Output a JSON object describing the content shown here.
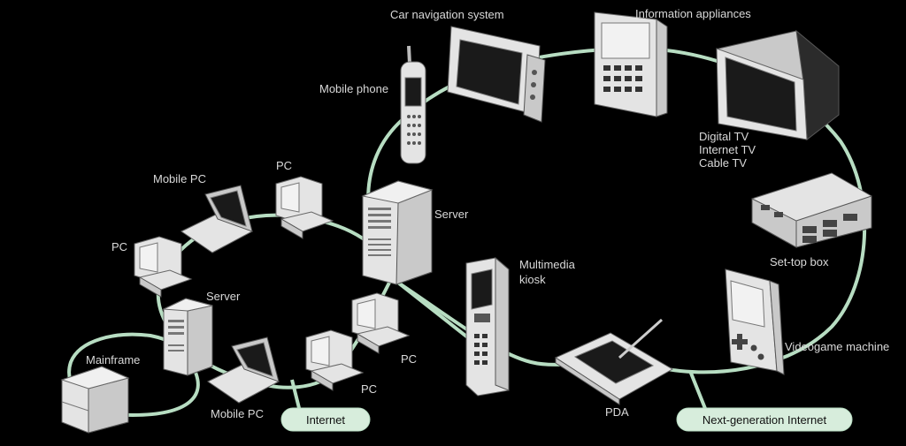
{
  "labels": {
    "car_navigation": "Car navigation system",
    "information_appliances": "Information appliances",
    "mobile_phone": "Mobile phone",
    "digital_tv_1": "Digital TV",
    "digital_tv_2": "Internet TV",
    "digital_tv_3": "Cable TV",
    "set_top_box": "Set-top box",
    "videogame_machine": "Videogame machine",
    "pda": "PDA",
    "multimedia_kiosk_1": "Multimedia",
    "multimedia_kiosk_2": "kiosk",
    "server_top": "Server",
    "server_left": "Server",
    "pc_top": "PC",
    "pc_left": "PC",
    "pc_right_1": "PC",
    "pc_right_2": "PC",
    "mobile_pc_top": "Mobile PC",
    "mobile_pc_bottom": "Mobile PC",
    "mainframe": "Mainframe"
  },
  "badges": {
    "internet": "Internet",
    "next_generation_internet": "Next-generation Internet"
  },
  "colors": {
    "background": "#000000",
    "network_line": "#b7ddc2",
    "badge_fill": "#d7eddc",
    "label_text": "#d9d9d9"
  }
}
